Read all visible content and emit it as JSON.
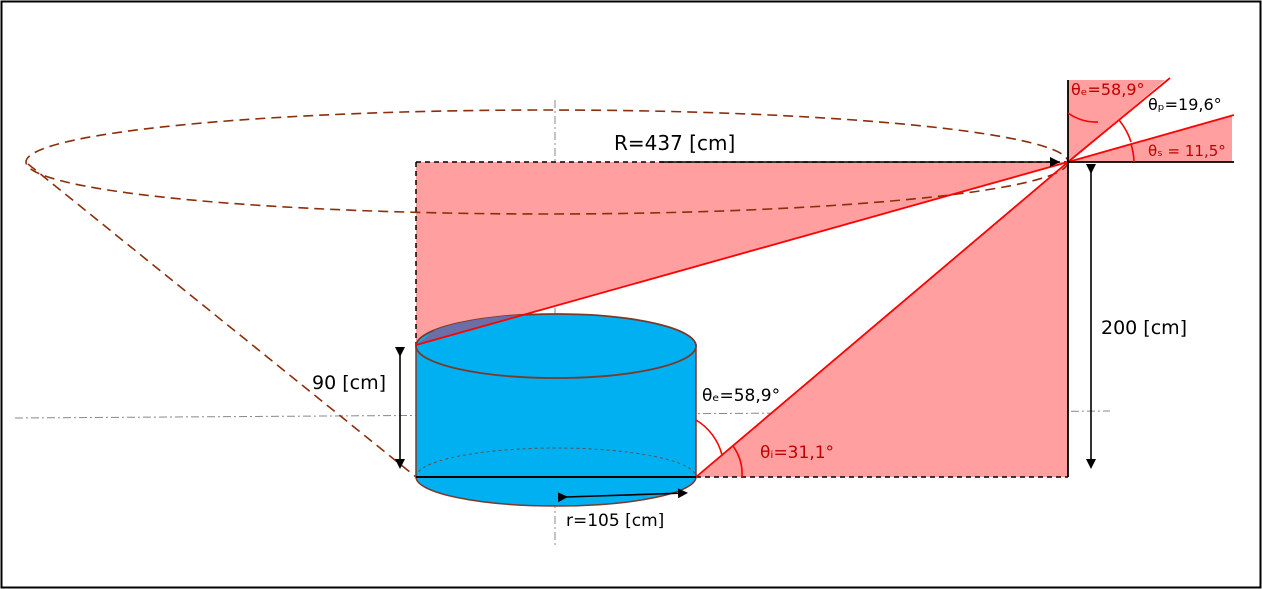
{
  "labels": {
    "big_radius": "R=437 [cm]",
    "small_radius": "r=105 [cm]",
    "tank_height": "90 [cm]",
    "pole_height": "200 [cm]",
    "angle_e_lower": "θₑ=58,9°",
    "angle_i": "θᵢ=31,1°",
    "angle_e_upper": "θₑ=58,9°",
    "angle_p": "θₚ=19,6°",
    "angle_s": "θₛ = 11,5°"
  },
  "colors": {
    "water": "#00b0f0",
    "shade": "#ff9f9f",
    "red_line": "#ff0000",
    "dashed_brown": "#8b2e0b",
    "dashed_black": "#000000",
    "dash_dot_gray": "#888888"
  }
}
